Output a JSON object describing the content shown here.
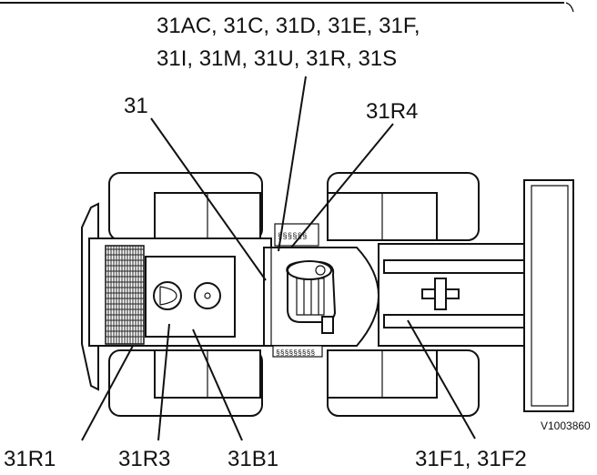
{
  "labels": {
    "top_line1": "31AC, 31C, 31D, 31E, 31F,",
    "top_line2": "31I, 31M, 31U, 31R, 31S",
    "l31": "31",
    "l31r4": "31R4",
    "l31r1": "31R1",
    "l31r3": "31R3",
    "l31b1": "31B1",
    "l31f": "31F1, 31F2"
  },
  "figure_code": "V1003860",
  "colors": {
    "line": "#111111",
    "background": "#ffffff"
  }
}
